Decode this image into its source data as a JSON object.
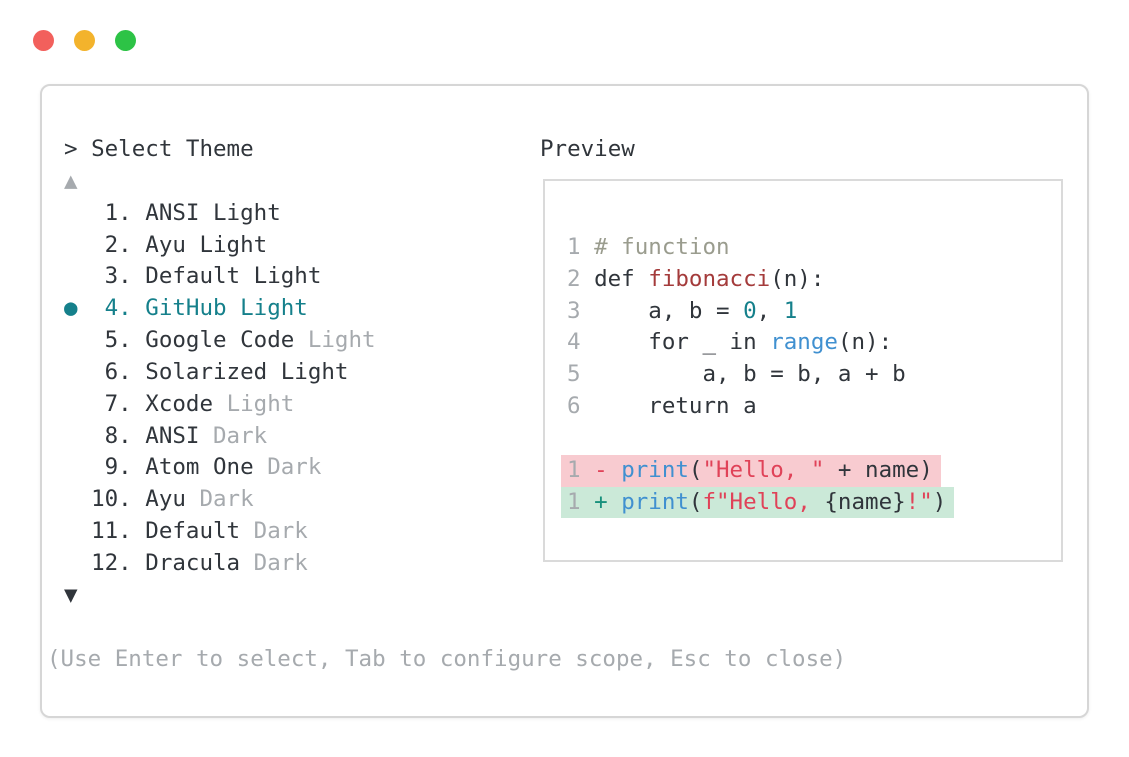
{
  "window": {
    "controls": [
      {
        "name": "close",
        "color": "#f2605c"
      },
      {
        "name": "minimize",
        "color": "#f3b32c"
      },
      {
        "name": "zoom",
        "color": "#2dc346"
      }
    ]
  },
  "picker": {
    "prompt": "> Select Theme",
    "scroll_up_icon": "▲",
    "scroll_down_icon": "▼",
    "items": [
      {
        "number": "1",
        "selected": false,
        "parts": [
          {
            "text": "ANSI Light",
            "dim": false
          }
        ]
      },
      {
        "number": "2",
        "selected": false,
        "parts": [
          {
            "text": "Ayu Light",
            "dim": false
          }
        ]
      },
      {
        "number": "3",
        "selected": false,
        "parts": [
          {
            "text": "Default Light",
            "dim": false
          }
        ]
      },
      {
        "number": "4",
        "selected": true,
        "parts": [
          {
            "text": "GitHub Light",
            "dim": false
          }
        ]
      },
      {
        "number": "5",
        "selected": false,
        "parts": [
          {
            "text": "Google Code ",
            "dim": false
          },
          {
            "text": "Light",
            "dim": true
          }
        ]
      },
      {
        "number": "6",
        "selected": false,
        "parts": [
          {
            "text": "Solarized Light",
            "dim": false
          }
        ]
      },
      {
        "number": "7",
        "selected": false,
        "parts": [
          {
            "text": "Xcode ",
            "dim": false
          },
          {
            "text": "Light",
            "dim": true
          }
        ]
      },
      {
        "number": "8",
        "selected": false,
        "parts": [
          {
            "text": "ANSI ",
            "dim": false
          },
          {
            "text": "Dark",
            "dim": true
          }
        ]
      },
      {
        "number": "9",
        "selected": false,
        "parts": [
          {
            "text": "Atom One ",
            "dim": false
          },
          {
            "text": "Dark",
            "dim": true
          }
        ]
      },
      {
        "number": "10",
        "selected": false,
        "parts": [
          {
            "text": "Ayu ",
            "dim": false
          },
          {
            "text": "Dark",
            "dim": true
          }
        ]
      },
      {
        "number": "11",
        "selected": false,
        "parts": [
          {
            "text": "Default ",
            "dim": false
          },
          {
            "text": "Dark",
            "dim": true
          }
        ]
      },
      {
        "number": "12",
        "selected": false,
        "parts": [
          {
            "text": "Dracula ",
            "dim": false
          },
          {
            "text": "Dark",
            "dim": true
          }
        ]
      }
    ],
    "help_text": "(Use Enter to select, Tab to configure scope, Esc to close)"
  },
  "preview": {
    "label": "Preview",
    "code_lines": [
      {
        "num": "1",
        "bg": null,
        "tokens": [
          {
            "t": " # function",
            "c": "comment"
          }
        ]
      },
      {
        "num": "2",
        "bg": null,
        "tokens": [
          {
            "t": " def ",
            "c": "text"
          },
          {
            "t": "fibonacci",
            "c": "func"
          },
          {
            "t": "(n):",
            "c": "text"
          }
        ]
      },
      {
        "num": "3",
        "bg": null,
        "tokens": [
          {
            "t": "     a, b = ",
            "c": "text"
          },
          {
            "t": "0",
            "c": "num"
          },
          {
            "t": ", ",
            "c": "text"
          },
          {
            "t": "1",
            "c": "num"
          }
        ]
      },
      {
        "num": "4",
        "bg": null,
        "tokens": [
          {
            "t": "     for _ in ",
            "c": "text"
          },
          {
            "t": "range",
            "c": "builtin"
          },
          {
            "t": "(n):",
            "c": "text"
          }
        ]
      },
      {
        "num": "5",
        "bg": null,
        "tokens": [
          {
            "t": "         a, b = b, a + b",
            "c": "text"
          }
        ]
      },
      {
        "num": "6",
        "bg": null,
        "tokens": [
          {
            "t": "     return a",
            "c": "text"
          }
        ]
      },
      {
        "num": "",
        "bg": null,
        "tokens": []
      },
      {
        "num": "1",
        "bg": "removed",
        "tokens": [
          {
            "t": " - ",
            "c": "string"
          },
          {
            "t": "print",
            "c": "builtin"
          },
          {
            "t": "(",
            "c": "text"
          },
          {
            "t": "\"Hello, \"",
            "c": "string"
          },
          {
            "t": " + name)",
            "c": "text"
          }
        ]
      },
      {
        "num": "1",
        "bg": "added",
        "tokens": [
          {
            "t": " + ",
            "c": "added"
          },
          {
            "t": "print",
            "c": "builtin"
          },
          {
            "t": "(",
            "c": "text"
          },
          {
            "t": "f\"Hello, ",
            "c": "string"
          },
          {
            "t": "{name}",
            "c": "text"
          },
          {
            "t": "!\"",
            "c": "string"
          },
          {
            "t": ")",
            "c": "text"
          }
        ]
      }
    ]
  },
  "colors": {
    "text": "#30353b",
    "dim": "#a6aaae",
    "accent_teal": "#15808b",
    "comment": "#9a9c8e",
    "function_red": "#a43b3b",
    "builtin_blue": "#4090d0",
    "string_crimson": "#e04258",
    "number_teal": "#15808b",
    "added_teal": "#17907c",
    "diff_removed_bg": "#f8cbd0",
    "diff_added_bg": "#cbe9d8",
    "border": "#d6d6d6"
  }
}
